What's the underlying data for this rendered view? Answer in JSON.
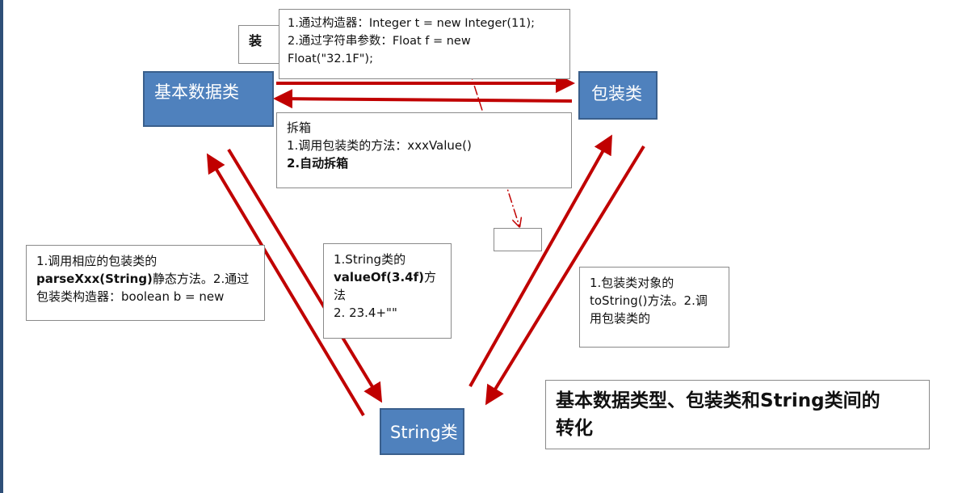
{
  "nodes": {
    "basic": "基本数据类",
    "wrapper": "包装类",
    "string": "String类"
  },
  "boxing": {
    "tag": "装",
    "line1": "1.通过构造器：Integer t = new Integer(11);",
    "line2": "2.通过字符串参数：Float f = new",
    "line3": "Float(\"32.1F\");"
  },
  "unboxing": {
    "title": "拆箱",
    "line1": "1.调用包装类的方法：xxxValue()",
    "line2": "2.自动拆箱"
  },
  "string_to_basic": {
    "line1": "1.调用相应的包装类的",
    "line2_bold": "parseXxx(String)",
    "line2_rest": "静态方法。2.通过",
    "line3": "包装类构造器：boolean b = new"
  },
  "basic_to_string": {
    "line1": "1.String类的",
    "line2_bold": "valueOf(3.4f)",
    "line2_rest": "方",
    "line3": "法",
    "line4": "2. 23.4+\"\""
  },
  "wrapper_to_string": {
    "line1": "1.包装类对象的",
    "line2": "toString()方法。2.调",
    "line3": "用包装类的"
  },
  "caption": {
    "line1": "基本数据类型、包装类和String类间的",
    "line2": "转化"
  },
  "colors": {
    "arrow": "#c00000",
    "node_fill": "#4f81bd",
    "node_border": "#3a5f8c"
  }
}
